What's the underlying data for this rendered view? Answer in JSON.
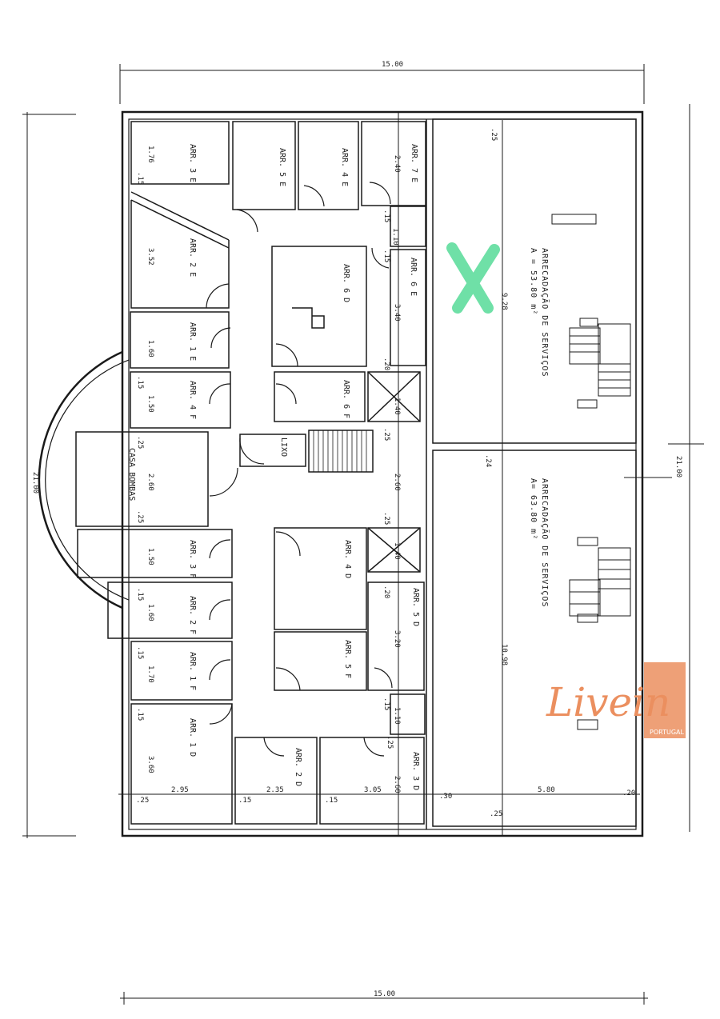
{
  "dimensions": {
    "top_width": "15.00",
    "bottom_width": "15.00",
    "left_height": "21.00",
    "right_height": "21.00"
  },
  "rooms": {
    "arr_3e": "ARR. 3 E",
    "arr_5e": "ARR. 5 E",
    "arr_4e": "ARR. 4 E",
    "arr_7e": "ARR. 7 E",
    "arr_2e": "ARR. 2 E",
    "arr_6d": "ARR. 6 D",
    "arr_6e": "ARR. 6 E",
    "arr_1e": "ARR. 1 E",
    "arr_4f": "ARR. 4 F",
    "arr_6f": "ARR. 6 F",
    "casa_bombas": "CASA BOMBAS",
    "lixo": "LIXO",
    "arr_3f": "ARR. 3 F",
    "arr_4d": "ARR. 4 D",
    "arr_2f": "ARR. 2 F",
    "arr_5d": "ARR. 5 D",
    "arr_1f": "ARR. 1 F",
    "arr_5f": "ARR. 5 F",
    "arr_1d": "ARR. 1 D",
    "arr_2d": "ARR. 2 D",
    "arr_3d": "ARR. 3 D",
    "services_top": "ARRECADAÇÃO DE SERVIÇOS",
    "services_top_area": "A = 53.80 m²",
    "services_bottom": "ARRECADAÇÃO DE SERVIÇOS",
    "services_bottom_area": "A= 63.80 m²"
  },
  "measures": {
    "m_176": "1.76",
    "m_15a": ".15",
    "m_240": "2.40",
    "m_352": "3.52",
    "m_15b": ".15",
    "m_110a": "1.10",
    "m_15c": ".15",
    "m_340": "3.40",
    "m_928": "9.28",
    "m_25a": ".25",
    "m_160a": "1.60",
    "m_20a": ".20",
    "m_15d": ".15",
    "m_150a": "1.50",
    "m_140a": "1.40",
    "m_25b": ".25",
    "m_25c": ".25",
    "m_260a": "2.60",
    "m_260b": "2.60",
    "m_24": ".24",
    "m_25d": ".25",
    "m_25e": ".25",
    "m_150b": "1.50",
    "m_140b": "1.40",
    "m_15e": ".15",
    "m_160b": "1.60",
    "m_20b": ".20",
    "m_320": "3.20",
    "m_15f": ".15",
    "m_170": "1.70",
    "m_1098": "10.98",
    "m_15g": ".15",
    "m_110b": "1.10",
    "m_15h": ".15",
    "m_360": "3.60",
    "m_260c": "2.60",
    "m_25f": ".25",
    "m_295": "2.95",
    "m_15i": ".15",
    "m_235": "2.35",
    "m_15j": ".15",
    "m_305": "3.05",
    "m_30": ".30",
    "m_580": "5.80",
    "m_20c": ".20",
    "m_25g": ".25",
    "m_25h": ".25"
  },
  "logo": {
    "text": "Livein",
    "sub": "PORTUGAL",
    "color": "#eb8f5f"
  },
  "colors": {
    "line": "#1a1a1a",
    "mark": "#3fd68a",
    "logo": "#eb8f5f"
  }
}
